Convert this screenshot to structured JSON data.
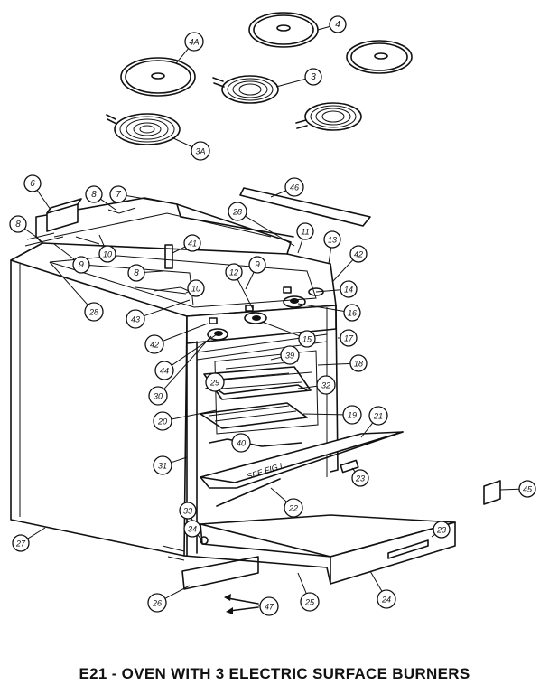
{
  "caption": "E21 - OVEN WITH 3 ELECTRIC SURFACE BURNERS",
  "inline_label": "SEE FIG I",
  "callouts": [
    "4",
    "4A",
    "3",
    "3A",
    "6",
    "8",
    "7",
    "46",
    "28",
    "8",
    "10",
    "41",
    "11",
    "13",
    "42",
    "9",
    "8",
    "9",
    "12",
    "14",
    "10",
    "28",
    "43",
    "16",
    "42",
    "15",
    "17",
    "44",
    "39",
    "18",
    "30",
    "29",
    "32",
    "20",
    "19",
    "21",
    "40",
    "31",
    "23",
    "45",
    "22",
    "33",
    "34",
    "23",
    "27",
    "26",
    "47",
    "25",
    "24"
  ]
}
